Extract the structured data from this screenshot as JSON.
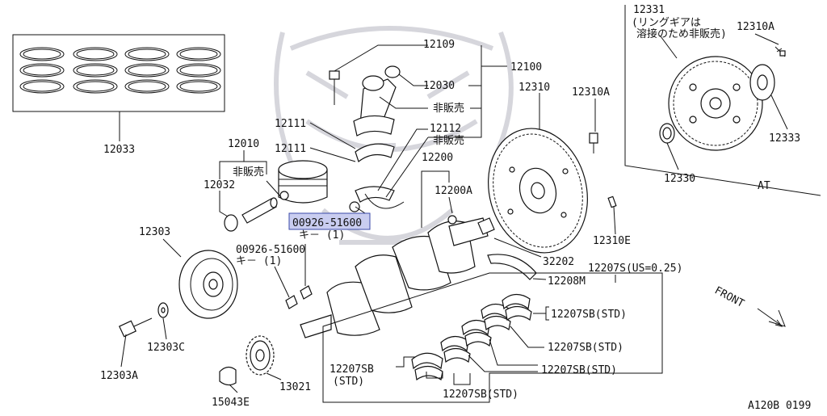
{
  "diagram": {
    "diagram_code": "A120B 0199",
    "at_section_label": "AT",
    "front_label": "FRONT",
    "highlight_color": "#3b4aa8",
    "highlight_fill": "#c9cdf0",
    "callouts": {
      "c12033": "12033",
      "c12010": "12010",
      "c_nonsale_piston": "非販売",
      "c12032": "12032",
      "c12109": "12109",
      "c12100": "12100",
      "c12030": "12030",
      "c_nonsale_rod": "非販売",
      "c12111a": "12111",
      "c12112": "12112",
      "c_nonsale_bearing": "非販売",
      "c12111b": "12111",
      "c12200": "12200",
      "c12200A": "12200A",
      "c12310": "12310",
      "c12310A_mt": "12310A",
      "c12331": "12331",
      "c12331_note1": "(リングギアは",
      "c12331_note2": "溶接のため非販売)",
      "c12310A_at": "12310A",
      "c12333": "12333",
      "c12330": "12330",
      "c00926_hl": "00926-51600",
      "c_key_hl": "キ－ (1)",
      "c00926": "00926-51600",
      "c_key": "キ－ (1)",
      "c12303": "12303",
      "c12310E": "12310E",
      "c32202": "32202",
      "c12207S": "12207S(US=0.25)",
      "c12208M": "12208M",
      "c12207SB_1": "12207SB(STD)",
      "c12207SB_2": "12207SB(STD)",
      "c12207SB_3": "12207SB(STD)",
      "c12207SB_4": "12207SB(STD)",
      "c12207SB_5a": "12207SB",
      "c12207SB_5b": "(STD)",
      "c12303C": "12303C",
      "c12303A": "12303A",
      "c13021": "13021",
      "c15043E": "15043E"
    }
  }
}
